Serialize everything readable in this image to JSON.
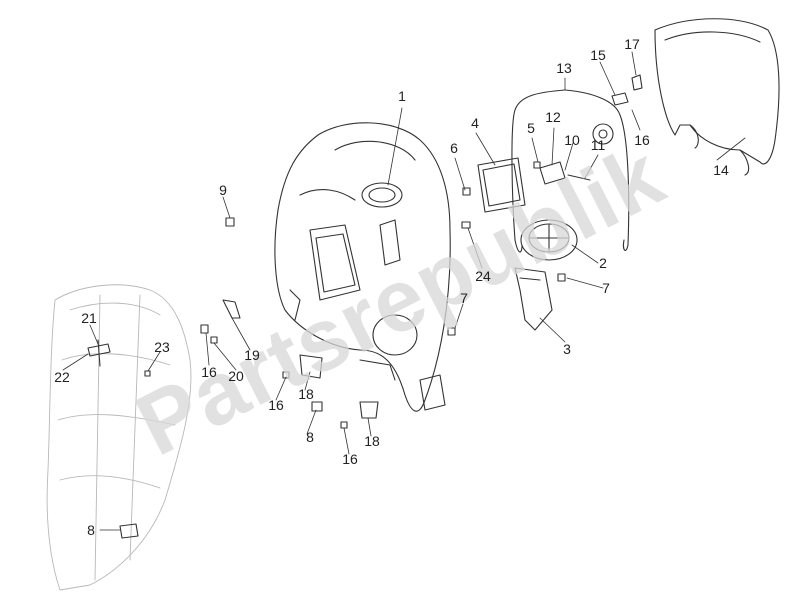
{
  "watermark": "Partsrepublik",
  "colors": {
    "line": "#333333",
    "faint_line": "#b8b8b8",
    "label": "#222222",
    "watermark": "#d8d8d8"
  },
  "labels": [
    {
      "id": "l1",
      "text": "1"
    },
    {
      "id": "l2",
      "text": "2"
    },
    {
      "id": "l3",
      "text": "3"
    },
    {
      "id": "l4",
      "text": "4"
    },
    {
      "id": "l5",
      "text": "5"
    },
    {
      "id": "l6",
      "text": "6"
    },
    {
      "id": "l7a",
      "text": "7"
    },
    {
      "id": "l7b",
      "text": "7"
    },
    {
      "id": "l8a",
      "text": "8"
    },
    {
      "id": "l8b",
      "text": "8"
    },
    {
      "id": "l9",
      "text": "9"
    },
    {
      "id": "l10",
      "text": "10"
    },
    {
      "id": "l11",
      "text": "11"
    },
    {
      "id": "l12",
      "text": "12"
    },
    {
      "id": "l13",
      "text": "13"
    },
    {
      "id": "l14",
      "text": "14"
    },
    {
      "id": "l15",
      "text": "15"
    },
    {
      "id": "l16a",
      "text": "16"
    },
    {
      "id": "l16b",
      "text": "16"
    },
    {
      "id": "l16c",
      "text": "16"
    },
    {
      "id": "l16d",
      "text": "16"
    },
    {
      "id": "l17",
      "text": "17"
    },
    {
      "id": "l18a",
      "text": "18"
    },
    {
      "id": "l18b",
      "text": "18"
    },
    {
      "id": "l19",
      "text": "19"
    },
    {
      "id": "l20",
      "text": "20"
    },
    {
      "id": "l21",
      "text": "21"
    },
    {
      "id": "l22",
      "text": "22"
    },
    {
      "id": "l23",
      "text": "23"
    },
    {
      "id": "l24",
      "text": "24"
    }
  ]
}
